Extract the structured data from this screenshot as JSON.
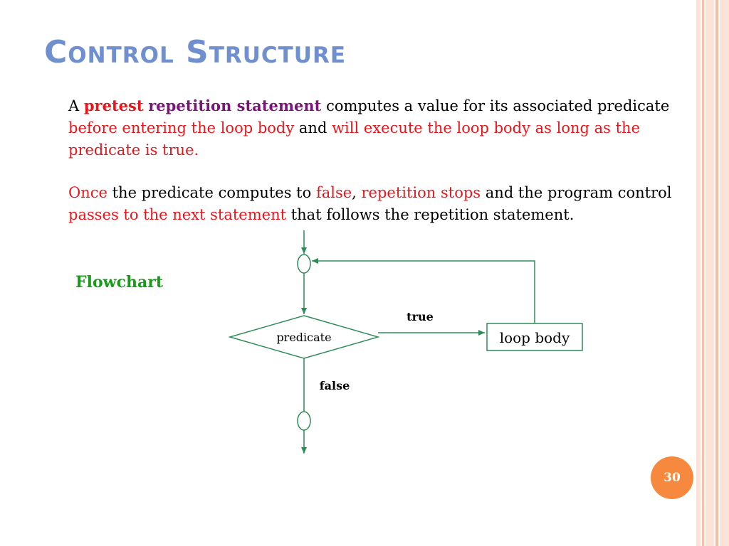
{
  "slide": {
    "title": "Control Structure",
    "paragraph1": {
      "s1": "A ",
      "s2": "pretest",
      "s3": " ",
      "s4": "repetition statement",
      "s5": " computes a value for its associated predicate ",
      "s6": "before entering the loop body",
      "s7": " and ",
      "s8": "will execute the loop body as long as the predicate is true."
    },
    "paragraph2": {
      "s1": "Once",
      "s2": " the predicate computes to ",
      "s3": "false",
      "s4": ", ",
      "s5": "repetition stops",
      "s6": " and the program control ",
      "s7": "passes to the next statement",
      "s8": " that follows the repetition statement."
    },
    "flowchart_label": "Flowchart",
    "page_number": "30"
  },
  "diagram": {
    "decision_label": "predicate",
    "process_label": "loop body",
    "true_label": "true",
    "false_label": "false"
  },
  "colors": {
    "title": "#6f8fcf",
    "highlight_red": "#e8161b",
    "highlight_purple": "#7b157a",
    "flowchart_green": "#1a9a1a",
    "connector": "#2e8b57",
    "badge": "#f7893e",
    "border_stripe_light": "#fde3d7",
    "border_stripe_mid": "#f9bfa4"
  }
}
